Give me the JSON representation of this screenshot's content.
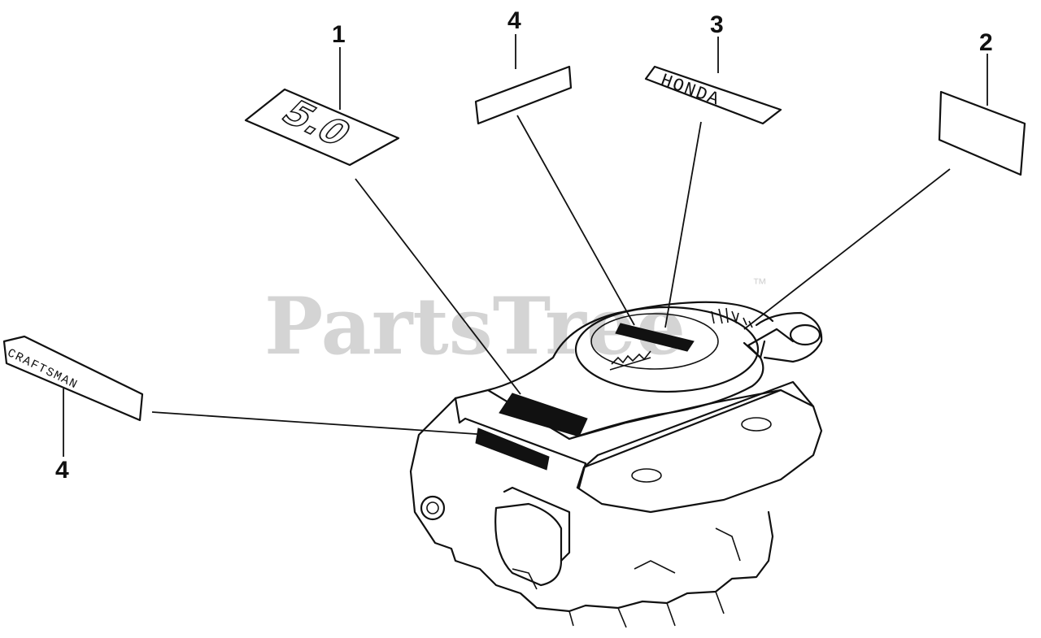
{
  "watermark": {
    "text": "PartsTree",
    "trademark": "™"
  },
  "callouts": [
    {
      "id": "c1",
      "number": "1"
    },
    {
      "id": "c2",
      "number": "2"
    },
    {
      "id": "c3",
      "number": "3"
    },
    {
      "id": "c4a",
      "number": "4"
    },
    {
      "id": "c4b",
      "number": "4"
    }
  ],
  "decals": {
    "displacement": "5.0",
    "brand": "HONDA",
    "retailer": "CRAFTSMAN"
  },
  "colors": {
    "ink": "#111111",
    "paper": "#ffffff",
    "watermark": "#d4d4d4"
  }
}
